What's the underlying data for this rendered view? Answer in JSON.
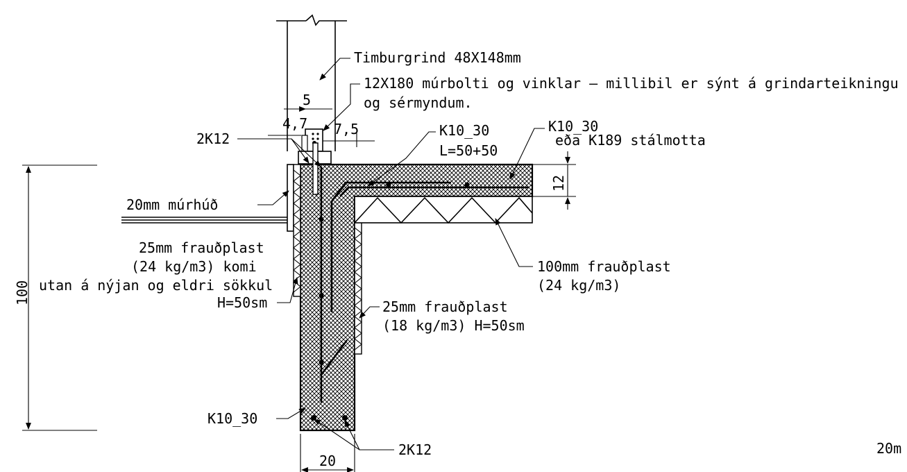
{
  "labels": {
    "timburgrind": "Timburgrind 48X148mm",
    "murbolti_1": "12X180 múrbolti og vinklar – millibil er sýnt á grindarteikningu",
    "murbolti_2": "og sérmyndum.",
    "dim_5": "5",
    "dim_4_7": "4,7",
    "dim_7_5": "7,5",
    "rebar_2k12_top": "2K12",
    "k10_30_mid_1": "K10_30",
    "k10_30_mid_2": "L=50+50",
    "k10_30_right_1": "K10_30",
    "k10_30_right_2": "eða K189 stálmotta",
    "dim_12": "12",
    "murhud": "20mm múrhúð",
    "frauplast25_outer_1": "25mm frauðplast",
    "frauplast25_outer_2": "(24 kg/m3) komi",
    "frauplast25_outer_3": "utan á nýjan og eldri sökkul",
    "frauplast25_outer_4": "H=50sm",
    "dim_100": "100",
    "frauplast100_1": "100mm frauðplast",
    "frauplast100_2": "(24 kg/m3)",
    "frauplast25_inner_1": "25mm frauðplast",
    "frauplast25_inner_2": "(18 kg/m3) H=50sm",
    "k10_30_bottom": "K10_30",
    "rebar_2k12_bottom": "2K12",
    "dim_20": "20",
    "cut_off_text": "20m"
  }
}
